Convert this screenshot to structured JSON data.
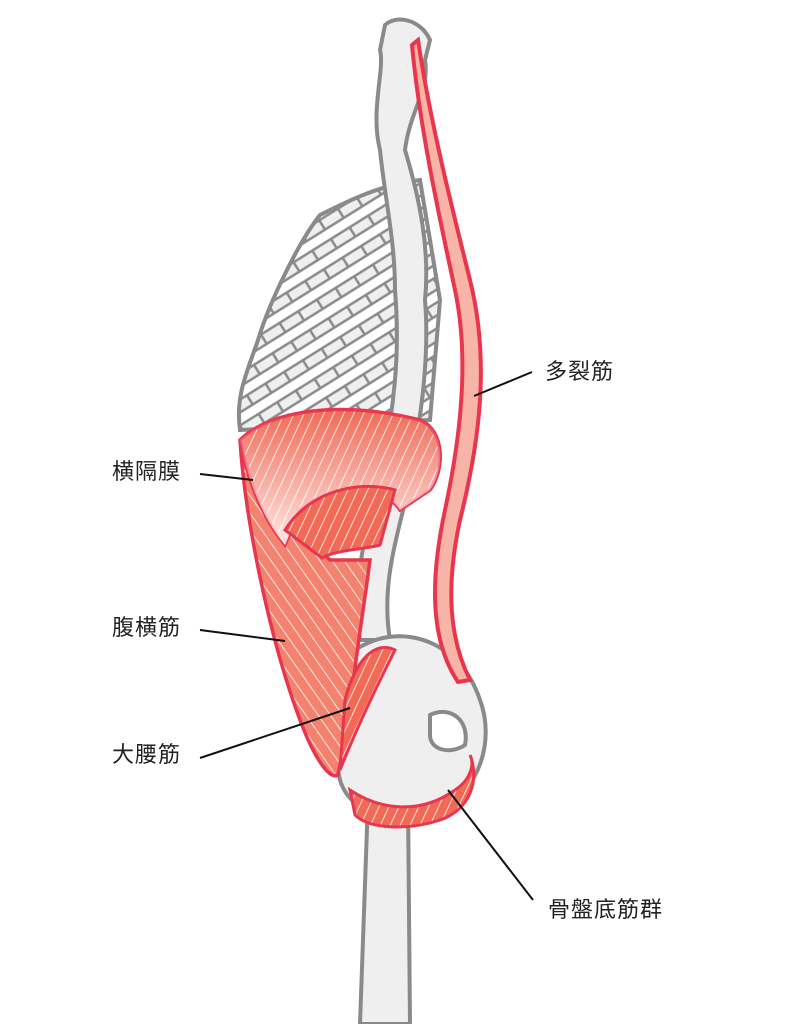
{
  "figure": {
    "type": "anatomical-illustration",
    "subject": "Lateral view of trunk: spine, rib cage, pelvis and deep core muscles",
    "colors": {
      "bone_fill": "#efefef",
      "bone_stroke": "#8a8a8a",
      "muscle_fill": "#f26a55",
      "muscle_fill_light": "#f8b4a6",
      "muscle_stroke": "#e8364f",
      "fiber_line": "#ffffff",
      "leader_line": "#111111",
      "label_text": "#222222"
    }
  },
  "labels": [
    {
      "id": "multifidus",
      "text": "多裂筋"
    },
    {
      "id": "diaphragm",
      "text": "横隔膜"
    },
    {
      "id": "transversus-abdominis",
      "text": "腹横筋"
    },
    {
      "id": "psoas-major",
      "text": "大腰筋"
    },
    {
      "id": "pelvic-floor",
      "text": "骨盤底筋群"
    }
  ]
}
